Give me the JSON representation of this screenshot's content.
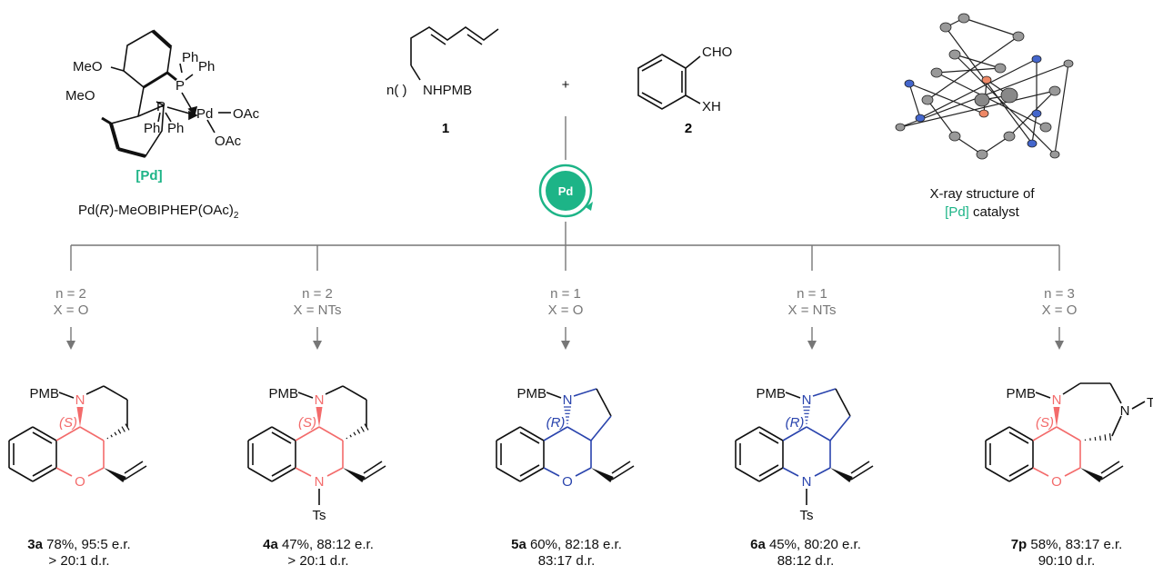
{
  "colors": {
    "pd_green": "#1db487",
    "red": "#f36b6b",
    "blue": "#2a44ad",
    "line": "#777777"
  },
  "catalyst": {
    "meo1": "MeO",
    "meo2": "MeO",
    "ph1": "Ph",
    "ph2": "Ph",
    "ph3": "Ph",
    "ph4": "Ph",
    "p1": "P",
    "p2": "P",
    "pd": "Pd",
    "oac1": "OAc",
    "oac2": "OAc",
    "tag": "[Pd]",
    "name_main": "Pd(",
    "name_r": "R",
    "name_rest": ")-MeOBIPHEP(OAc)",
    "name_sub": "2"
  },
  "reactant1": {
    "n": "n",
    "paren": "(  )",
    "amine": "NHPMB",
    "label": "1"
  },
  "plus": "+",
  "reactant2": {
    "cho": "CHO",
    "xh": "XH",
    "label": "2"
  },
  "pd_badge": "Pd",
  "xray": {
    "line1": "X-ray structure of",
    "tag": "[Pd]",
    "line2": " catalyst"
  },
  "conditions": [
    {
      "n": "n = 2",
      "x": "X = O"
    },
    {
      "n": "n = 2",
      "x": "X = NTs"
    },
    {
      "n": "n = 1",
      "x": "X = O"
    },
    {
      "n": "n = 1",
      "x": "X = NTs"
    },
    {
      "n": "n = 3",
      "x": "X = O"
    }
  ],
  "products": [
    {
      "id": "3a",
      "result": " 78%, 95:5 e.r.",
      "dr": "> 20:1 d.r.",
      "stereo": "(S)",
      "pmb": "PMB",
      "n": "N",
      "x": "O",
      "ts": "",
      "ring": 6,
      "color": "red"
    },
    {
      "id": "4a",
      "result": " 47%, 88:12 e.r.",
      "dr": "> 20:1 d.r.",
      "stereo": "(S)",
      "pmb": "PMB",
      "n": "N",
      "x": "N",
      "ts": "Ts",
      "ring": 6,
      "color": "red"
    },
    {
      "id": "5a",
      "result": " 60%, 82:18 e.r.",
      "dr": "83:17 d.r.",
      "stereo": "(R)",
      "pmb": "PMB",
      "n": "N",
      "x": "O",
      "ts": "",
      "ring": 5,
      "color": "blue"
    },
    {
      "id": "6a",
      "result": " 45%, 80:20 e.r.",
      "dr": "88:12 d.r.",
      "stereo": "(R)",
      "pmb": "PMB",
      "n": "N",
      "x": "N",
      "ts": "Ts",
      "ring": 5,
      "color": "blue"
    },
    {
      "id": "7p",
      "result": " 58%, 83:17 e.r.",
      "dr": "90:10 d.r.",
      "stereo": "(S)",
      "pmb": "PMB",
      "n": "N",
      "x": "O",
      "ts": "",
      "ring": 7,
      "ring_n": "N",
      "ring_ts": "Ts",
      "color": "red"
    }
  ]
}
